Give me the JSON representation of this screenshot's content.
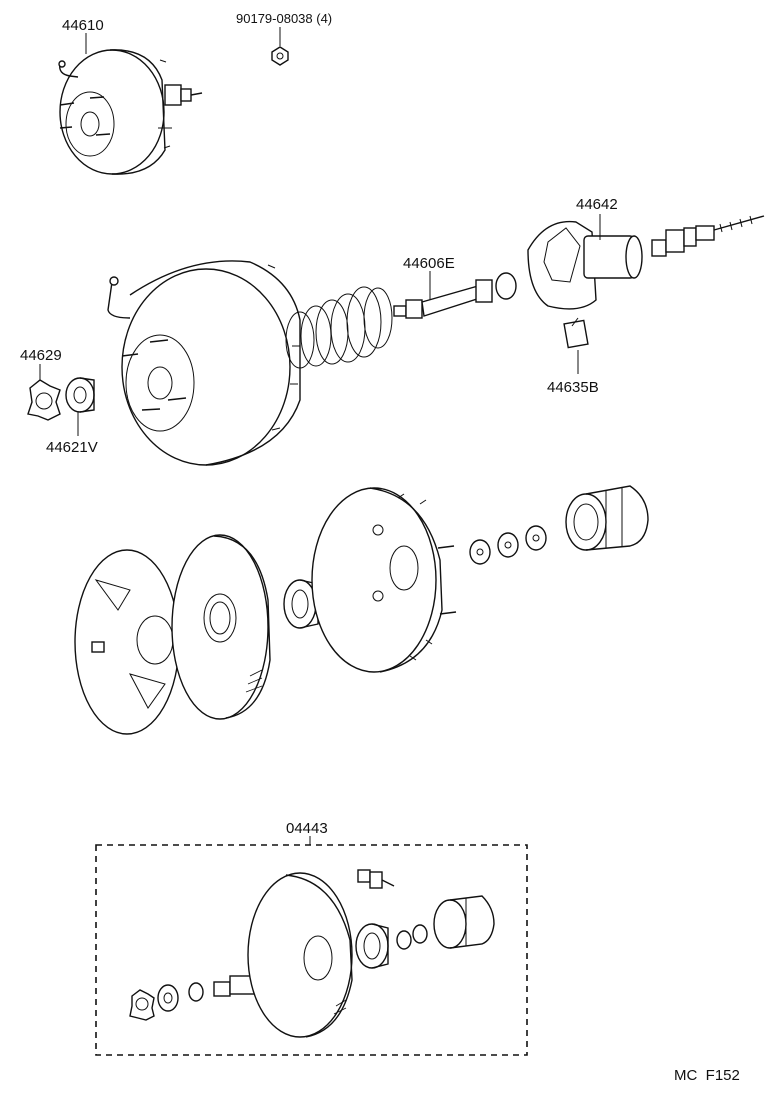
{
  "labels": {
    "booster_assy": "44610",
    "nut": "90179-08038 (4)",
    "body": "44642",
    "push_rod": "44606E",
    "key": "44635B",
    "plate": "44629",
    "seal": "44621V",
    "kit": "04443",
    "figure_code": "MC  F152"
  }
}
